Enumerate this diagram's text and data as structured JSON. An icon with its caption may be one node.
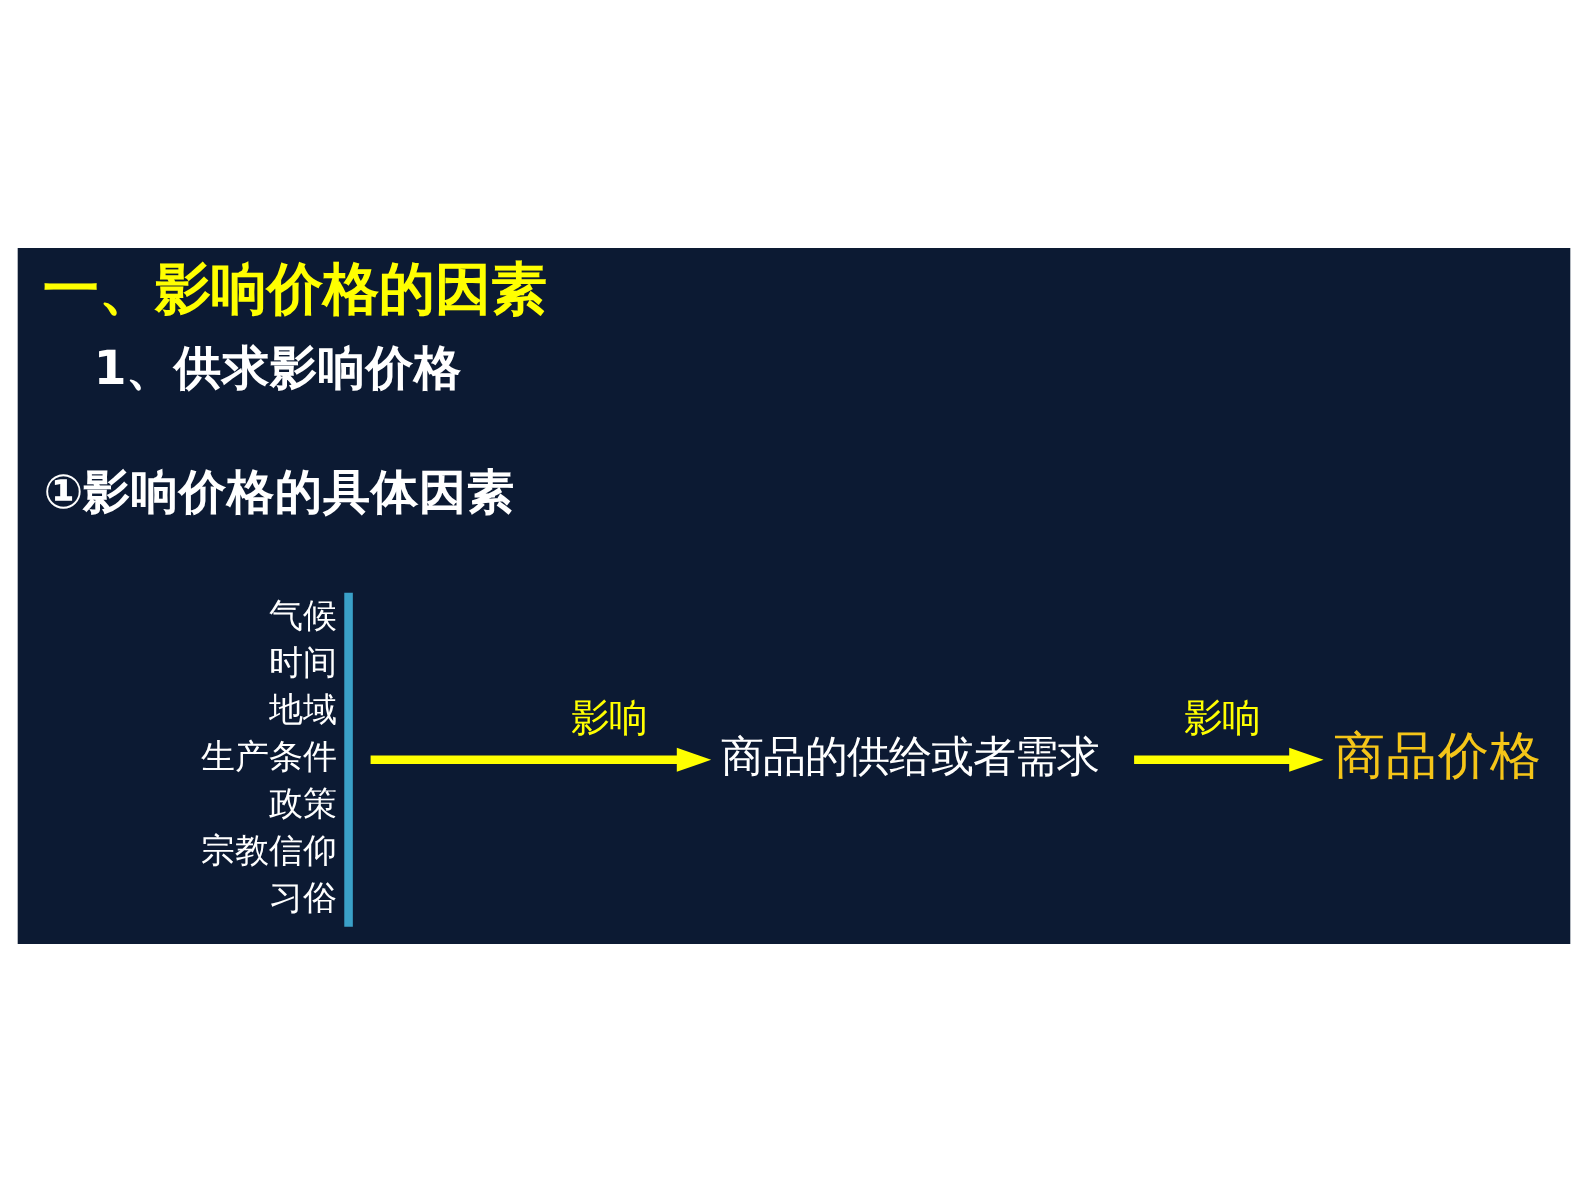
{
  "diagram": {
    "title": "一、影响价格的因素",
    "nodes": [
      {
        "text": [
          "气候",
          "时间",
          "地域",
          "生产条件",
          "政策",
          "宗教信仰",
          "习俗"
        ]
      },
      {
        "text": [
          "商品的供给或者需求"
        ]
      },
      {
        "text": [
          "商品价格"
        ]
      }
    ],
    "edges": [
      {
        "from": 0,
        "to": 1,
        "arrow": "to",
        "label": "影响"
      },
      {
        "from": 1,
        "to": 2,
        "arrow": "to",
        "label": "影响"
      }
    ],
    "labels": [
      "1、供求影响价格",
      "①影响价格的具体因素"
    ]
  }
}
